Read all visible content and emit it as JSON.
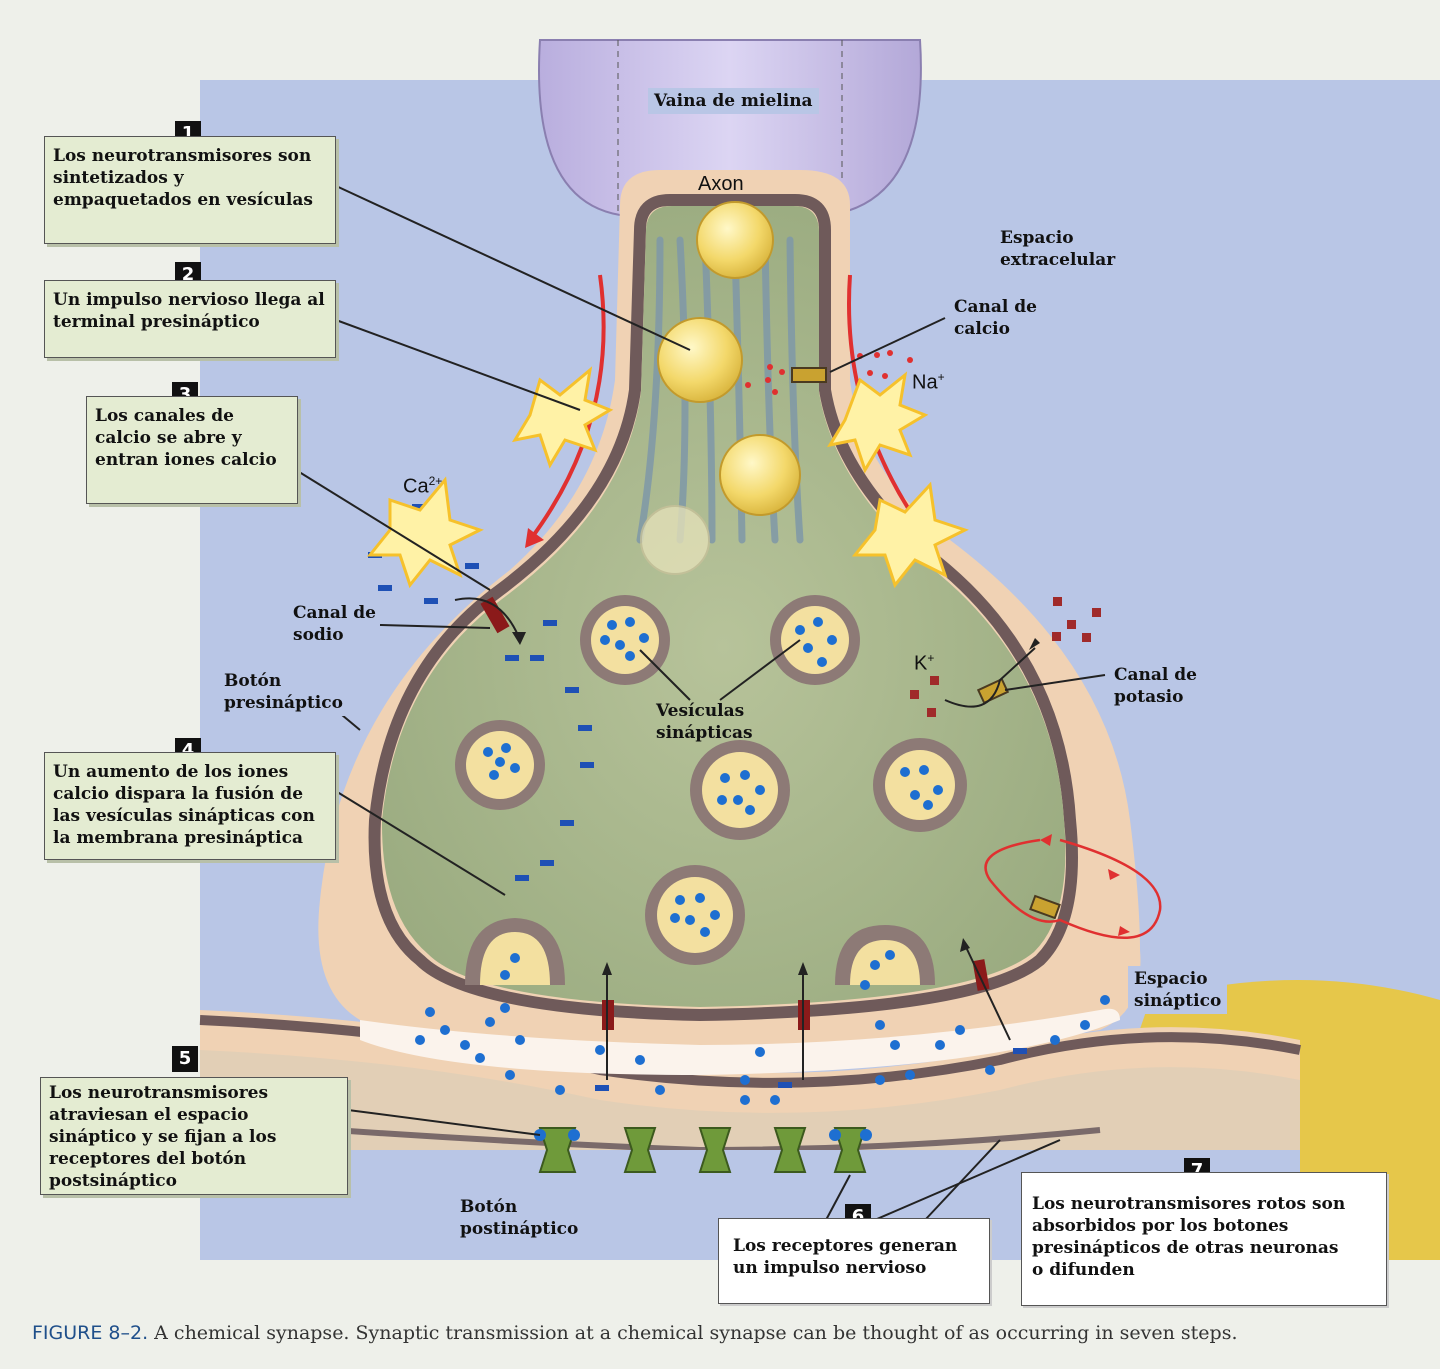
{
  "labels": {
    "vaina": "Vaina de mielina",
    "axon": "Axon",
    "espacio_extracelular": "Espacio\nextracelular",
    "canal_calcio": "Canal de\ncalcio",
    "canal_sodio": "Canal de\nsodio",
    "canal_potasio": "Canal de\npotasio",
    "boton_presinaptico": "Botón\npresináptico",
    "vesiculas": "Vesículas\nsinápticas",
    "espacio_sinaptico": "Espacio\nsináptico",
    "boton_postinaptico": "Botón\npostináptico"
  },
  "ions": {
    "na_base": "Na",
    "na_sup": "+",
    "ca_base": "Ca",
    "ca_sup": "2+",
    "k_base": "K",
    "k_sup": "+"
  },
  "steps": [
    {
      "num": "1",
      "text": "Los neurotransmisores son\nsintetizados y\nempaquetados en vesículas"
    },
    {
      "num": "2",
      "text": "Un impulso nervioso llega al\nterminal presináptico"
    },
    {
      "num": "3",
      "text": "Los canales de\ncalcio se abre y\nentran iones calcio"
    },
    {
      "num": "4",
      "text": "Un aumento de los iones\ncalcio dispara la fusión de\nlas vesículas sinápticas con\nla membrana presináptica"
    },
    {
      "num": "5",
      "text": "Los neurotransmisores\natraviesan el espacio\nsináptico y se fijan a los\nreceptores del botón\npostsináptico"
    },
    {
      "num": "6",
      "text": "Los receptores generan\nun impulso nervioso"
    },
    {
      "num": "7",
      "text": "Los neurotransmisores rotos son\nabsorbidos por los botones\npresinápticos de otras neuronas\no difunden"
    }
  ],
  "caption": {
    "figure": "FIGURE 8–2.",
    "text": " A chemical synapse. Synaptic transmission at a chemical synapse can be thought of as occurring in seven steps."
  },
  "colors": {
    "background_panel": "#b9c6e6",
    "cytoplasm": "#a9b88e",
    "membrane": "#6f5a5a",
    "outer_layer": "#f0d2b4",
    "vesicle": "#f3d86a",
    "neurotransmitter": "#1e6fd1",
    "step_box": "#e4ecd2"
  }
}
